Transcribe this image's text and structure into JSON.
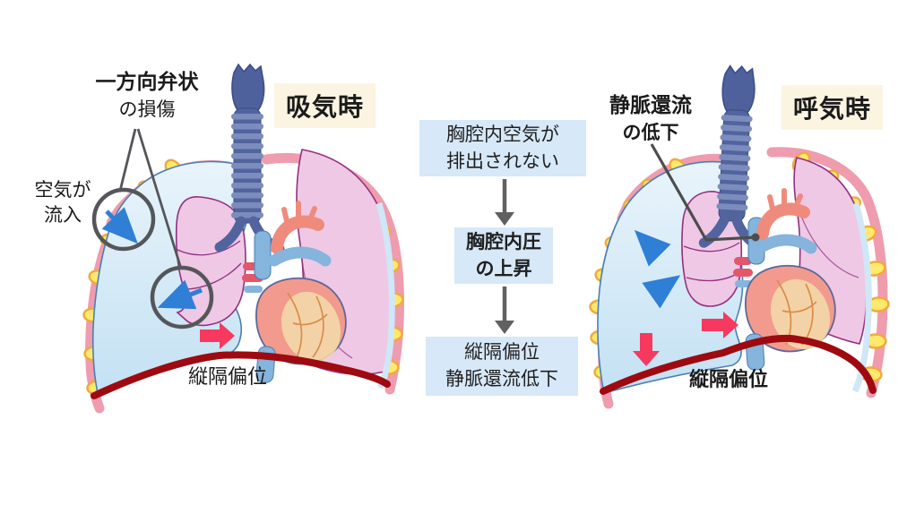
{
  "left_panel": {
    "phase_label": "吸気時",
    "valve_damage_label": {
      "line1": "一方向弁状",
      "line2": "の損傷"
    },
    "air_inflow_label": {
      "line1": "空気が",
      "line2": "流入"
    },
    "mediastinal_shift_label": "縦隔偏位"
  },
  "flowchart": {
    "box_air_not_expelled": {
      "line1": "胸腔内空気が",
      "line2": "排出されない"
    },
    "box_pressure_rise": {
      "line1": "胸腔内圧",
      "line2": "の上昇"
    },
    "box_shift_venous": {
      "line1": "縦隔偏位",
      "line2": "静脈還流低下"
    }
  },
  "right_panel": {
    "phase_label": "呼気時",
    "venous_return_label": {
      "line1": "静脈還流",
      "line2": "の低下"
    },
    "mediastinal_shift_label": "縦隔偏位"
  },
  "colors": {
    "phase_badge_bg": "#fbf4e1",
    "flow_box_bg": "#d7e8f8",
    "flow_arrow_gray": "#606060",
    "text": "#1b1b1b",
    "pneumothorax_fill_top": "#e9f4fb",
    "pneumothorax_fill_bottom": "#c3e1f3",
    "pneumothorax_outline": "#4a7fb5",
    "lung_fill": "#efc8e6",
    "lung_outline": "#93307e",
    "chest_wall_pink": "#ef9cae",
    "rib_fill": "#ffe96d",
    "rib_outline": "#f2a93c",
    "diaphragm_red": "#9e0a10",
    "trachea_blue": "#52649e",
    "heart_body": "#f29a8e",
    "vessel_blue": "#85b4dc",
    "aorta_salmon": "#ef8b7d",
    "shift_arrow_red": "#f7395f",
    "air_arrow_blue": "#2f7fd6",
    "annotation_gray": "#4d4d4d"
  }
}
